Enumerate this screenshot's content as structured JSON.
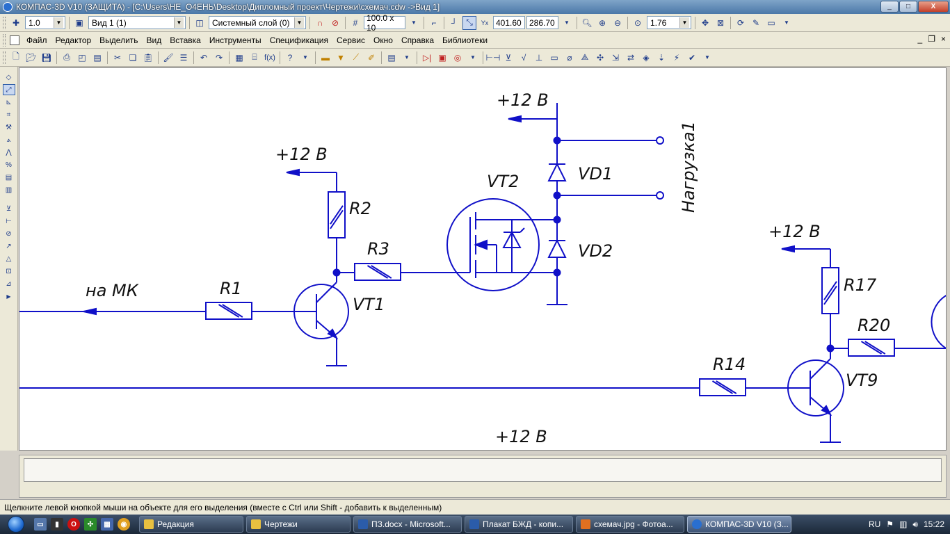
{
  "window": {
    "title": "КОМПАС-3D V10 (ЗАЩИТА) - [C:\\Users\\НЕ_О4ЕНЬ\\Desktop\\Дипломный проект\\Чертежи\\схемач.cdw ->Вид 1]",
    "minimize": "_",
    "maximize": "□",
    "close": "X"
  },
  "toolbar_top": {
    "scale_value": "1.0",
    "view_value": "Вид 1 (1)",
    "layer_value": "Системный слой (0)",
    "grid_value": "100.0 x 10",
    "coord_x": "401.60",
    "coord_y": "286.70",
    "zoom_value": "1.76"
  },
  "menu": {
    "items": [
      "Файл",
      "Редактор",
      "Выделить",
      "Вид",
      "Вставка",
      "Инструменты",
      "Спецификация",
      "Сервис",
      "Окно",
      "Справка",
      "Библиотеки"
    ],
    "mdi_min": "_",
    "mdi_restore": "❐",
    "mdi_close": "×"
  },
  "schematic": {
    "labels": {
      "vcc_vt2": "+12 В",
      "vcc_r2": "+12 В",
      "vcc_r17": "+12 В",
      "vcc_bottom": "+12 В",
      "r1": "R1",
      "r2": "R2",
      "r3": "R3",
      "r14": "R14",
      "r17": "R17",
      "r20": "R20",
      "vt1": "VT1",
      "vt2": "VT2",
      "vt9": "VT9",
      "vd1": "VD1",
      "vd2": "VD2",
      "load": "Нагрузка1",
      "mk": "на МК"
    }
  },
  "status": {
    "hint": "Щелкните левой кнопкой мыши на объекте для его выделения (вместе с Ctrl или Shift - добавить к выделенным)"
  },
  "taskbar": {
    "buttons": [
      "Редакция",
      "Чертежи",
      "ПЗ.docx - Microsoft...",
      "Плакат БЖД - копи...",
      "схемач.jpg - Фотоа...",
      "КОМПАС-3D V10 (З..."
    ],
    "lang": "RU",
    "clock": "15:22"
  },
  "colors": {
    "schematic_blue": "#1010c8",
    "canvas_bg": "#ffffff"
  }
}
